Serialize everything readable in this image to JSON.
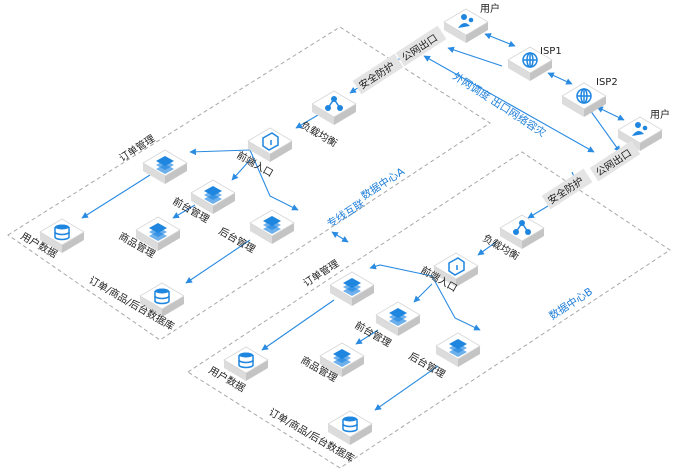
{
  "external": {
    "user_top": "用户",
    "isp1": "ISP1",
    "isp2": "ISP2",
    "user_right": "用户",
    "link_caption": "外网调度 出口网络容灾"
  },
  "interconnect": "专线互联",
  "datacenters": [
    {
      "name": "数据中心A",
      "egress": "公网出口",
      "security": "安全防护",
      "lb": "负载均衡",
      "frontend": "前端入口",
      "order": "订单管理",
      "front": "前台管理",
      "back": "后台管理",
      "product": "商品管理",
      "userdb": "用户数据",
      "maindb": "订单/商品/后台数据库"
    },
    {
      "name": "数据中心B",
      "egress": "公网出口",
      "security": "安全防护",
      "lb": "负载均衡",
      "frontend": "前端入口",
      "order": "订单管理",
      "front": "前台管理",
      "back": "后台管理",
      "product": "商品管理",
      "userdb": "用户数据",
      "maindb": "订单/商品/后台数据库"
    }
  ],
  "colors": {
    "accent": "#1f86e0",
    "device": "#ffffff",
    "border": "#a8a8a8"
  }
}
